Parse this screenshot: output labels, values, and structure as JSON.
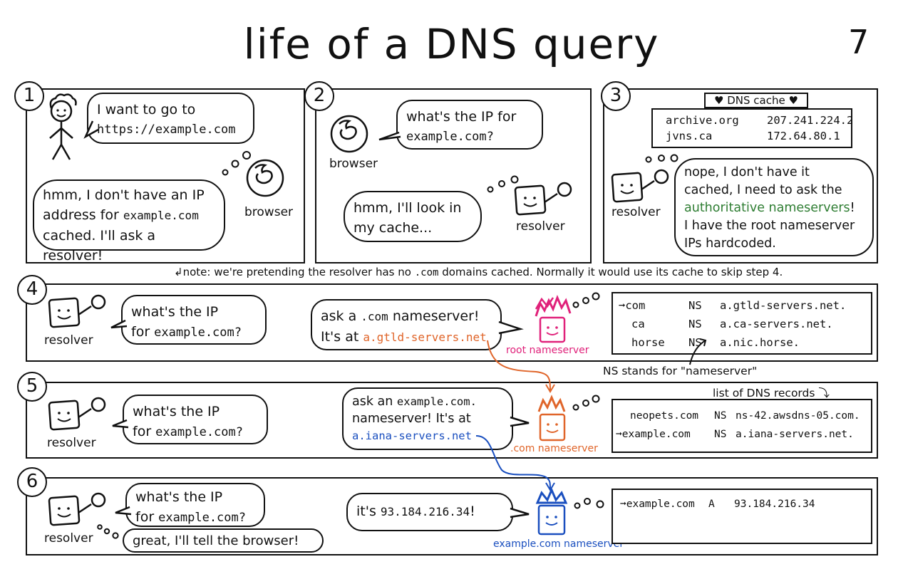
{
  "title": "life of a DNS query",
  "page_number": "7",
  "colors": {
    "green": "#2e7d32",
    "orange": "#e0652a",
    "blue": "#1a4fbf",
    "pink": "#e0217a",
    "ink": "#111111"
  },
  "panel1": {
    "num": "1",
    "bubble_line1": "I want to go to",
    "bubble_line2": "https://example.com",
    "thought_line1": "hmm, I don't have an IP",
    "thought_line2_a": "address for ",
    "thought_line2_b": "example.com",
    "thought_line3": "cached. I'll ask a resolver!",
    "browser_label": "browser"
  },
  "panel2": {
    "num": "2",
    "browser_label": "browser",
    "bubble_line1": "what's the IP for",
    "bubble_line2": "example.com?",
    "thought_line1": "hmm, I'll look in",
    "thought_line2": "my cache...",
    "resolver_label": "resolver"
  },
  "panel3": {
    "num": "3",
    "cache_title": "DNS cache",
    "cache_rows": [
      {
        "domain": "archive.org",
        "ip": "207.241.224.2"
      },
      {
        "domain": "jvns.ca",
        "ip": "172.64.80.1"
      }
    ],
    "resolver_label": "resolver",
    "thought_line1": "nope, I don't have it",
    "thought_line2": "cached, I need to ask the",
    "thought_line3_green": "authoritative nameservers",
    "thought_line3_end": "!",
    "thought_line4": "I have the root nameserver",
    "thought_line5": "IPs hardcoded."
  },
  "note": {
    "a": "note: we're pretending the resolver has no ",
    "b": ".com",
    "c": " domains cached. Normally it would use its cache to skip step 4."
  },
  "panel4": {
    "num": "4",
    "resolver_label": "resolver",
    "q_line1": "what's the IP",
    "q_line2_a": "for ",
    "q_line2_b": "example.com?",
    "a_line1_a": "ask a ",
    "a_line1_b": ".com",
    "a_line1_c": " nameserver!",
    "a_line2_a": "It's at ",
    "a_line2_b": "a.gtld-servers.net",
    "server_label": "root nameserver",
    "records": [
      {
        "arrow": "➞",
        "name": "com",
        "type": "NS",
        "value": "a.gtld-servers.net."
      },
      {
        "arrow": "",
        "name": "ca",
        "type": "NS",
        "value": "a.ca-servers.net."
      },
      {
        "arrow": "",
        "name": "horse",
        "type": "NS",
        "value": "a.nic.horse."
      }
    ],
    "ns_note": "NS stands for \"nameserver\""
  },
  "panel5": {
    "num": "5",
    "resolver_label": "resolver",
    "q_line1": "what's the IP",
    "q_line2_a": "for ",
    "q_line2_b": "example.com?",
    "a_line1_a": "ask an ",
    "a_line1_b": "example.com.",
    "a_line2": "nameserver! It's at",
    "a_line3": "a.iana-servers.net",
    "server_label": ".com nameserver",
    "records_title": "list of DNS records",
    "records": [
      {
        "arrow": "",
        "name": "neopets.com",
        "type": "NS",
        "value": "ns-42.awsdns-05.com."
      },
      {
        "arrow": "➞",
        "name": "example.com",
        "type": "NS",
        "value": "a.iana-servers.net."
      }
    ]
  },
  "panel6": {
    "num": "6",
    "resolver_label": "resolver",
    "q_line1": "what's the IP",
    "q_line2_a": "for ",
    "q_line2_b": "example.com?",
    "thought": "great, I'll tell the browser!",
    "a_line1_a": "it's ",
    "a_line1_b": "93.184.216.34",
    "a_line1_c": "!",
    "server_label": "example.com nameserver",
    "records": [
      {
        "arrow": "➞",
        "name": "example.com",
        "type": "A",
        "value": "93.184.216.34"
      }
    ]
  }
}
